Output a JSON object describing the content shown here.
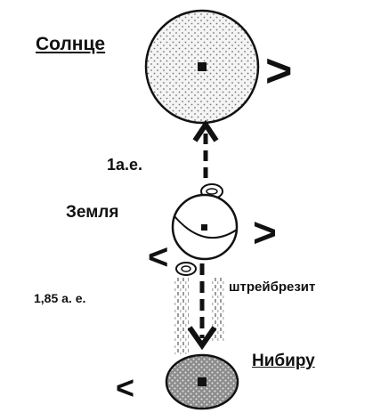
{
  "labels": {
    "sun": "Солнце",
    "earth": "Земля",
    "nibiru": "Нибиру",
    "distance_sun_earth": "1а.е.",
    "distance_earth_nibiru": "1,85 а. е.",
    "stream": "штрейбрезит"
  },
  "motion_symbols": {
    "sun": ">",
    "earth_right": ">",
    "earth_left": "<",
    "nibiru": "<"
  },
  "colors": {
    "ink": "#111111",
    "sun_fill": "#e8e8e8",
    "nibiru_fill": "#9a9a9a",
    "stream": "#8a8a8a"
  }
}
